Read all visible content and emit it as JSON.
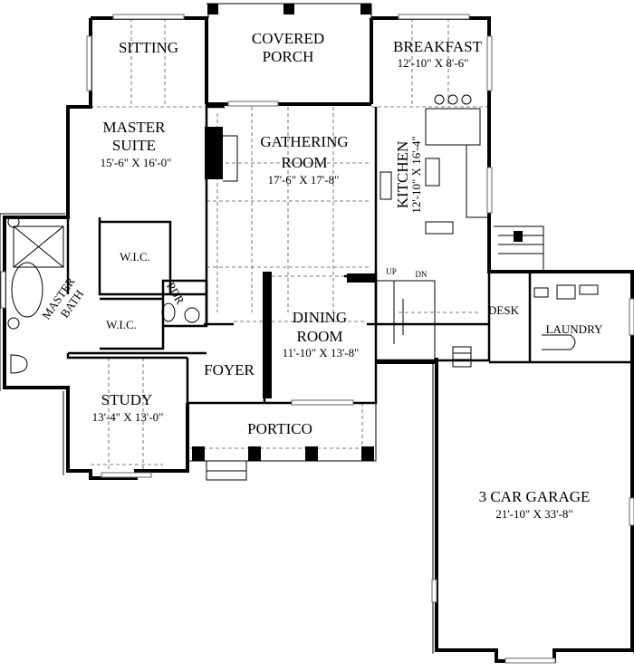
{
  "rooms": {
    "sitting": {
      "name": "SITTING"
    },
    "covered_porch": {
      "name_line1": "COVERED",
      "name_line2": "PORCH"
    },
    "breakfast": {
      "name": "BREAKFAST",
      "size": "12'-10\" X 8'-6\""
    },
    "master_suite": {
      "name_line1": "MASTER",
      "name_line2": "SUITE",
      "size": "15'-6\" X 16'-0\""
    },
    "gathering_room": {
      "name_line1": "GATHERING",
      "name_line2": "ROOM",
      "size": "17'-6\" X 17'-8\""
    },
    "kitchen": {
      "name": "KITCHEN",
      "size": "12'-10\" X 16'-4\""
    },
    "wic_1": {
      "name": "W.I.C."
    },
    "wic_2": {
      "name": "W.I.C."
    },
    "master_bath": {
      "name_line1": "MASTER",
      "name_line2": "BATH"
    },
    "pdr": {
      "name": "PDR"
    },
    "dining_room": {
      "name_line1": "DINING",
      "name_line2": "ROOM",
      "size": "11'-10\" X 13'-8\""
    },
    "foyer": {
      "name": "FOYER"
    },
    "study": {
      "name": "STUDY",
      "size": "13'-4\" X 13'-0\""
    },
    "portico": {
      "name": "PORTICO"
    },
    "desk": {
      "name": "DESK"
    },
    "laundry": {
      "name": "LAUNDRY"
    },
    "garage": {
      "name": "3 CAR GARAGE",
      "size": "21'-10\" X 33'-8\""
    }
  },
  "stairs": {
    "up": "UP",
    "down": "DN"
  }
}
